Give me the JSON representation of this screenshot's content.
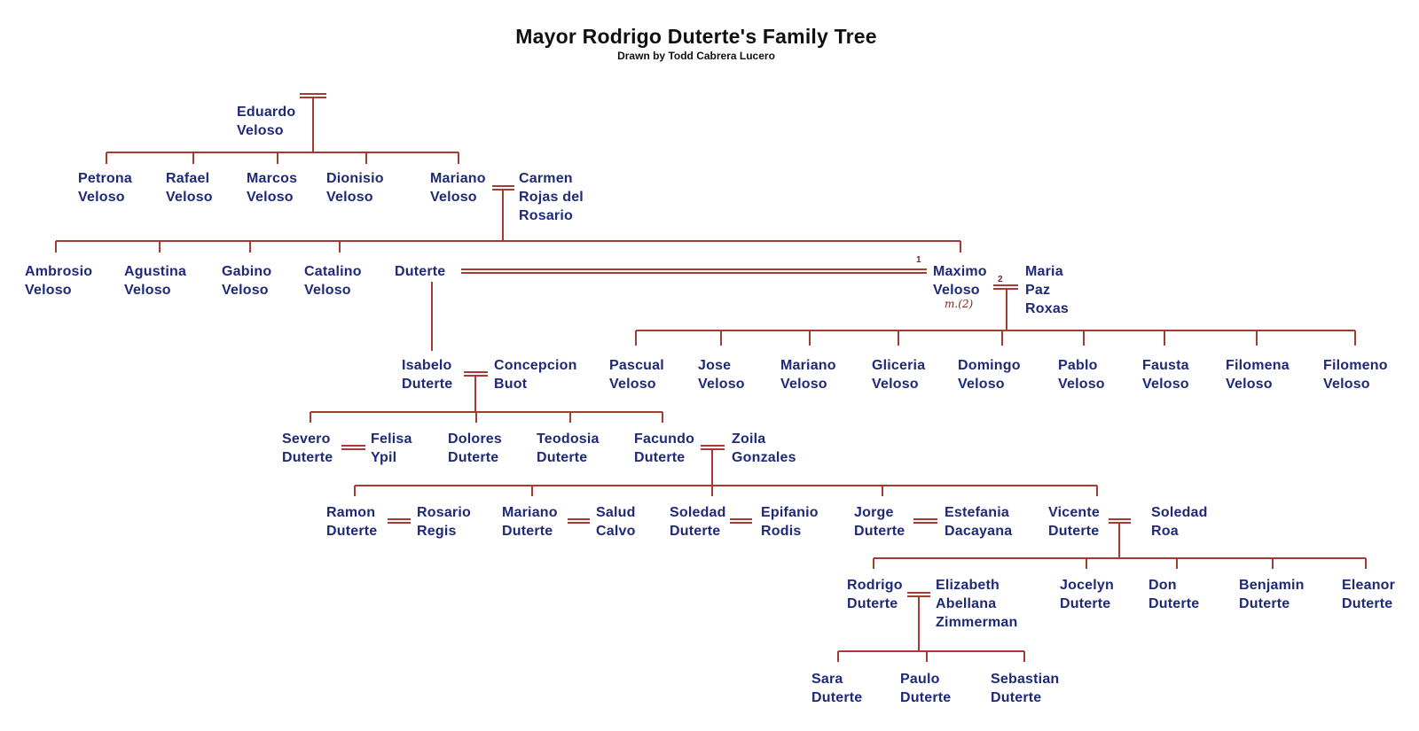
{
  "title": "Mayor Rodrigo Duterte's Family Tree",
  "subtitle": "Drawn by Todd Cabrera Lucero",
  "colors": {
    "line": "#a53b32",
    "name": "#1e2a78",
    "title": "#101010",
    "note": "#7a2520"
  },
  "annotations": {
    "first_marriage_mark": "1",
    "second_marriage_mark": "2",
    "second_marriage_note": "m.(2)"
  },
  "people": {
    "eduardo": "Eduardo\nVeloso",
    "petrona": "Petrona\nVeloso",
    "rafael": "Rafael\nVeloso",
    "marcos": "Marcos\nVeloso",
    "dionisio": "Dionisio\nVeloso",
    "mariano_sr": "Mariano\nVeloso",
    "carmen": "Carmen\nRojas del\nRosario",
    "ambrosio": "Ambrosio\nVeloso",
    "agustina": "Agustina\nVeloso",
    "gabino": "Gabino\nVeloso",
    "catalino": "Catalino\nVeloso",
    "duterte_spouse": "Duterte",
    "maximo": "Maximo\nVeloso",
    "maria_paz": "Maria\nPaz\nRoxas",
    "pascual": "Pascual\nVeloso",
    "jose": "Jose\nVeloso",
    "mariano_jr": "Mariano\nVeloso",
    "gliceria": "Gliceria\nVeloso",
    "domingo": "Domingo\nVeloso",
    "pablo": "Pablo\nVeloso",
    "fausta": "Fausta\nVeloso",
    "filomena": "Filomena\nVeloso",
    "filomeno": "Filomeno\nVeloso",
    "isabelo": "Isabelo\nDuterte",
    "concepcion": "Concepcion\nBuot",
    "severo": "Severo\nDuterte",
    "felisa": "Felisa\nYpil",
    "dolores": "Dolores\nDuterte",
    "teodosia": "Teodosia\nDuterte",
    "facundo": "Facundo\nDuterte",
    "zoila": "Zoila\nGonzales",
    "ramon": "Ramon\nDuterte",
    "rosario": "Rosario\nRegis",
    "mariano_d": "Mariano\nDuterte",
    "salud": "Salud\nCalvo",
    "soledad_d": "Soledad\nDuterte",
    "epifanio": "Epifanio\nRodis",
    "jorge": "Jorge\nDuterte",
    "estefania": "Estefania\nDacayana",
    "vicente": "Vicente\nDuterte",
    "soledad_roa": "Soledad\nRoa",
    "rodrigo": "Rodrigo\nDuterte",
    "elizabeth": "Elizabeth\nAbellana\nZimmerman",
    "jocelyn": "Jocelyn\nDuterte",
    "don": "Don\nDuterte",
    "benjamin": "Benjamin\nDuterte",
    "eleanor": "Eleanor\nDuterte",
    "sara": "Sara\nDuterte",
    "paulo": "Paulo\nDuterte",
    "sebastian": "Sebastian\nDuterte"
  }
}
